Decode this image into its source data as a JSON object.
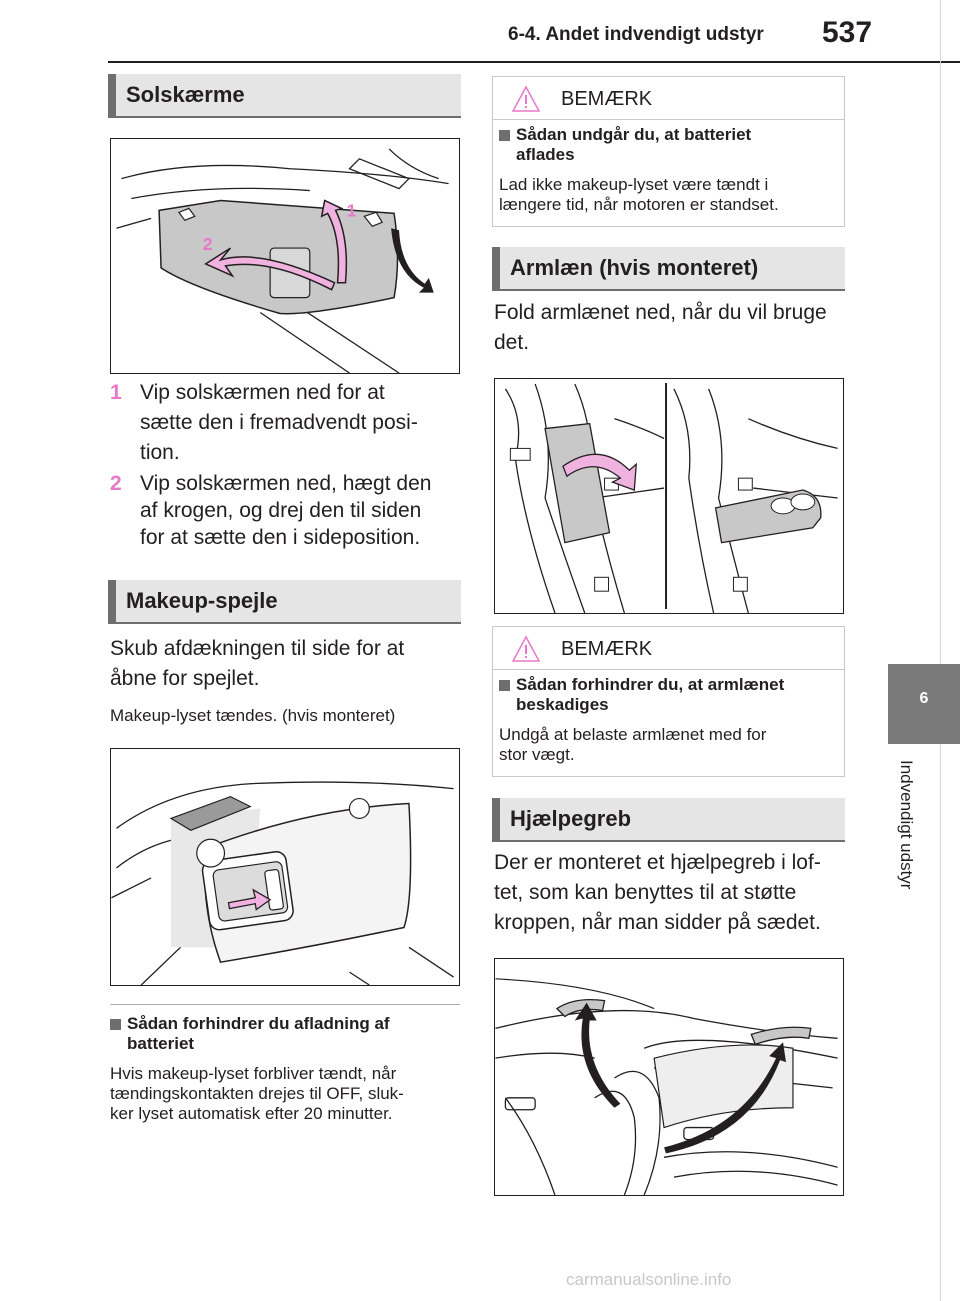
{
  "header": {
    "section": "6-4. Andet indvendigt udstyr",
    "page_number": "537"
  },
  "side_tab": {
    "chapter": "6",
    "label": "Indvendigt udstyr"
  },
  "sun_visors": {
    "heading": "Solskærme",
    "fig_labels": [
      "1",
      "2"
    ],
    "steps": [
      {
        "num": "1",
        "text_lines": [
          "Vip solskærmen ned for at",
          "sætte den i fremadvendt posi-",
          "tion."
        ]
      },
      {
        "num": "2",
        "text_lines": [
          "Vip solskærmen ned, hægt den",
          "af krogen, og drej den til siden",
          "for at sætte den i sideposition."
        ]
      }
    ]
  },
  "mirrors": {
    "heading": "Makeup-spejle",
    "body_lines": [
      "Skub afdækningen til side for at",
      "åbne for spejlet."
    ],
    "note": "Makeup-lyset tændes. (hvis monteret)",
    "sub_heading_lines": [
      "Sådan forhindrer du afladning af",
      "batteriet"
    ],
    "sub_body_lines": [
      "Hvis makeup-lyset forbliver tændt, når",
      "tændingskontakten drejes til OFF, sluk-",
      "ker lyset automatisk efter 20 minutter."
    ]
  },
  "notice1": {
    "label": "BEMÆRK",
    "sub_heading_lines": [
      "Sådan undgår du, at batteriet",
      "aflades"
    ],
    "body_lines": [
      "Lad ikke makeup-lyset være tændt i",
      "længere tid, når motoren er standset."
    ]
  },
  "armrest": {
    "heading": "Armlæn (hvis monteret)",
    "body_lines": [
      "Fold armlænet ned, når du vil bruge",
      "det."
    ]
  },
  "notice2": {
    "label": "BEMÆRK",
    "sub_heading_lines": [
      "Sådan forhindrer du, at armlænet",
      "beskadiges"
    ],
    "body_lines": [
      "Undgå at belaste armlænet med for",
      "stor vægt."
    ]
  },
  "grab_handles": {
    "heading": "Hjælpegreb",
    "body_lines": [
      "Der er monteret et hjælpegreb i lof-",
      "tet, som kan benyttes til at støtte",
      "kroppen, når man sidder på sædet."
    ]
  },
  "footer": {
    "watermark": "carmanualsonline.info"
  },
  "colors": {
    "accent_pink": "#e878c8",
    "heading_bar": "#e5e5e5",
    "heading_border": "#6e6e6e",
    "side_tab": "#7a7a7a"
  }
}
